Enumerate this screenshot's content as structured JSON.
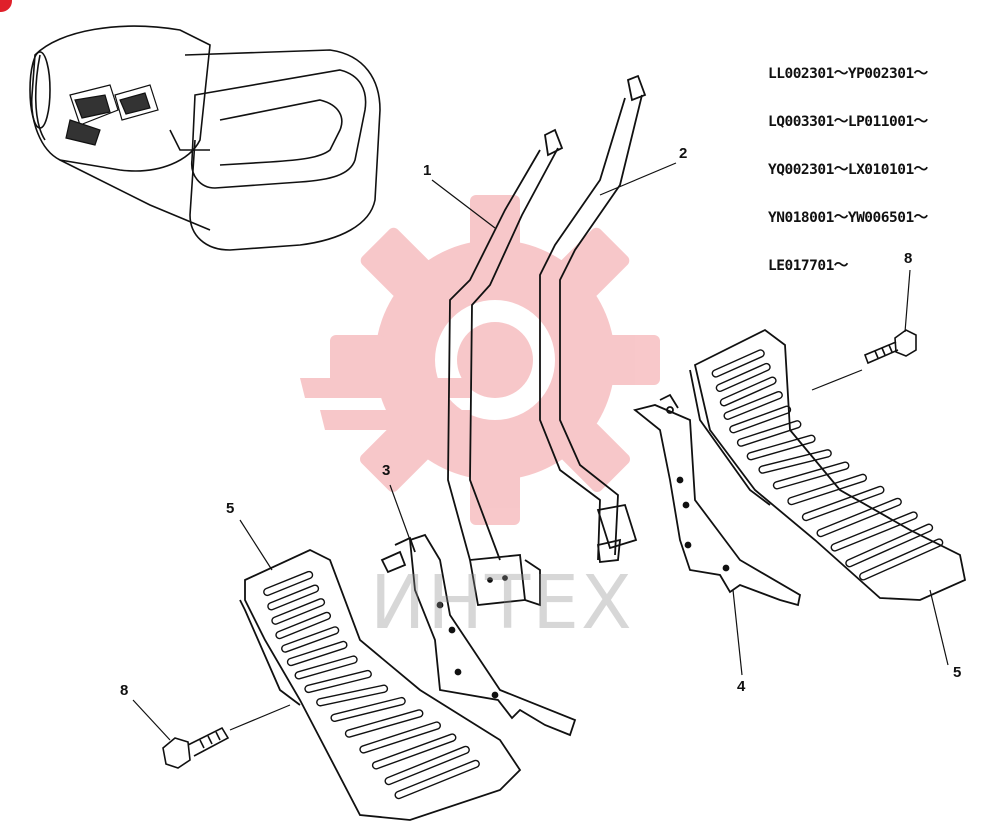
{
  "serial_numbers": [
    "LL002301～YP002301～",
    "LQ003301～LP011001～",
    "YQ002301～LX010101～",
    "YN018001～YW006501～",
    "LE017701～"
  ],
  "callouts": [
    {
      "id": "1",
      "text": "1"
    },
    {
      "id": "2",
      "text": "2"
    },
    {
      "id": "3",
      "text": "3"
    },
    {
      "id": "4",
      "text": "4"
    },
    {
      "id": "5a",
      "text": "5"
    },
    {
      "id": "5b",
      "text": "5"
    },
    {
      "id": "8a",
      "text": "8"
    },
    {
      "id": "8b",
      "text": "8"
    }
  ],
  "watermark": {
    "text": "ИНТЕХ",
    "color": "#f5b5b8"
  },
  "colors": {
    "ink": "#111111",
    "badge": "#e0202a"
  }
}
